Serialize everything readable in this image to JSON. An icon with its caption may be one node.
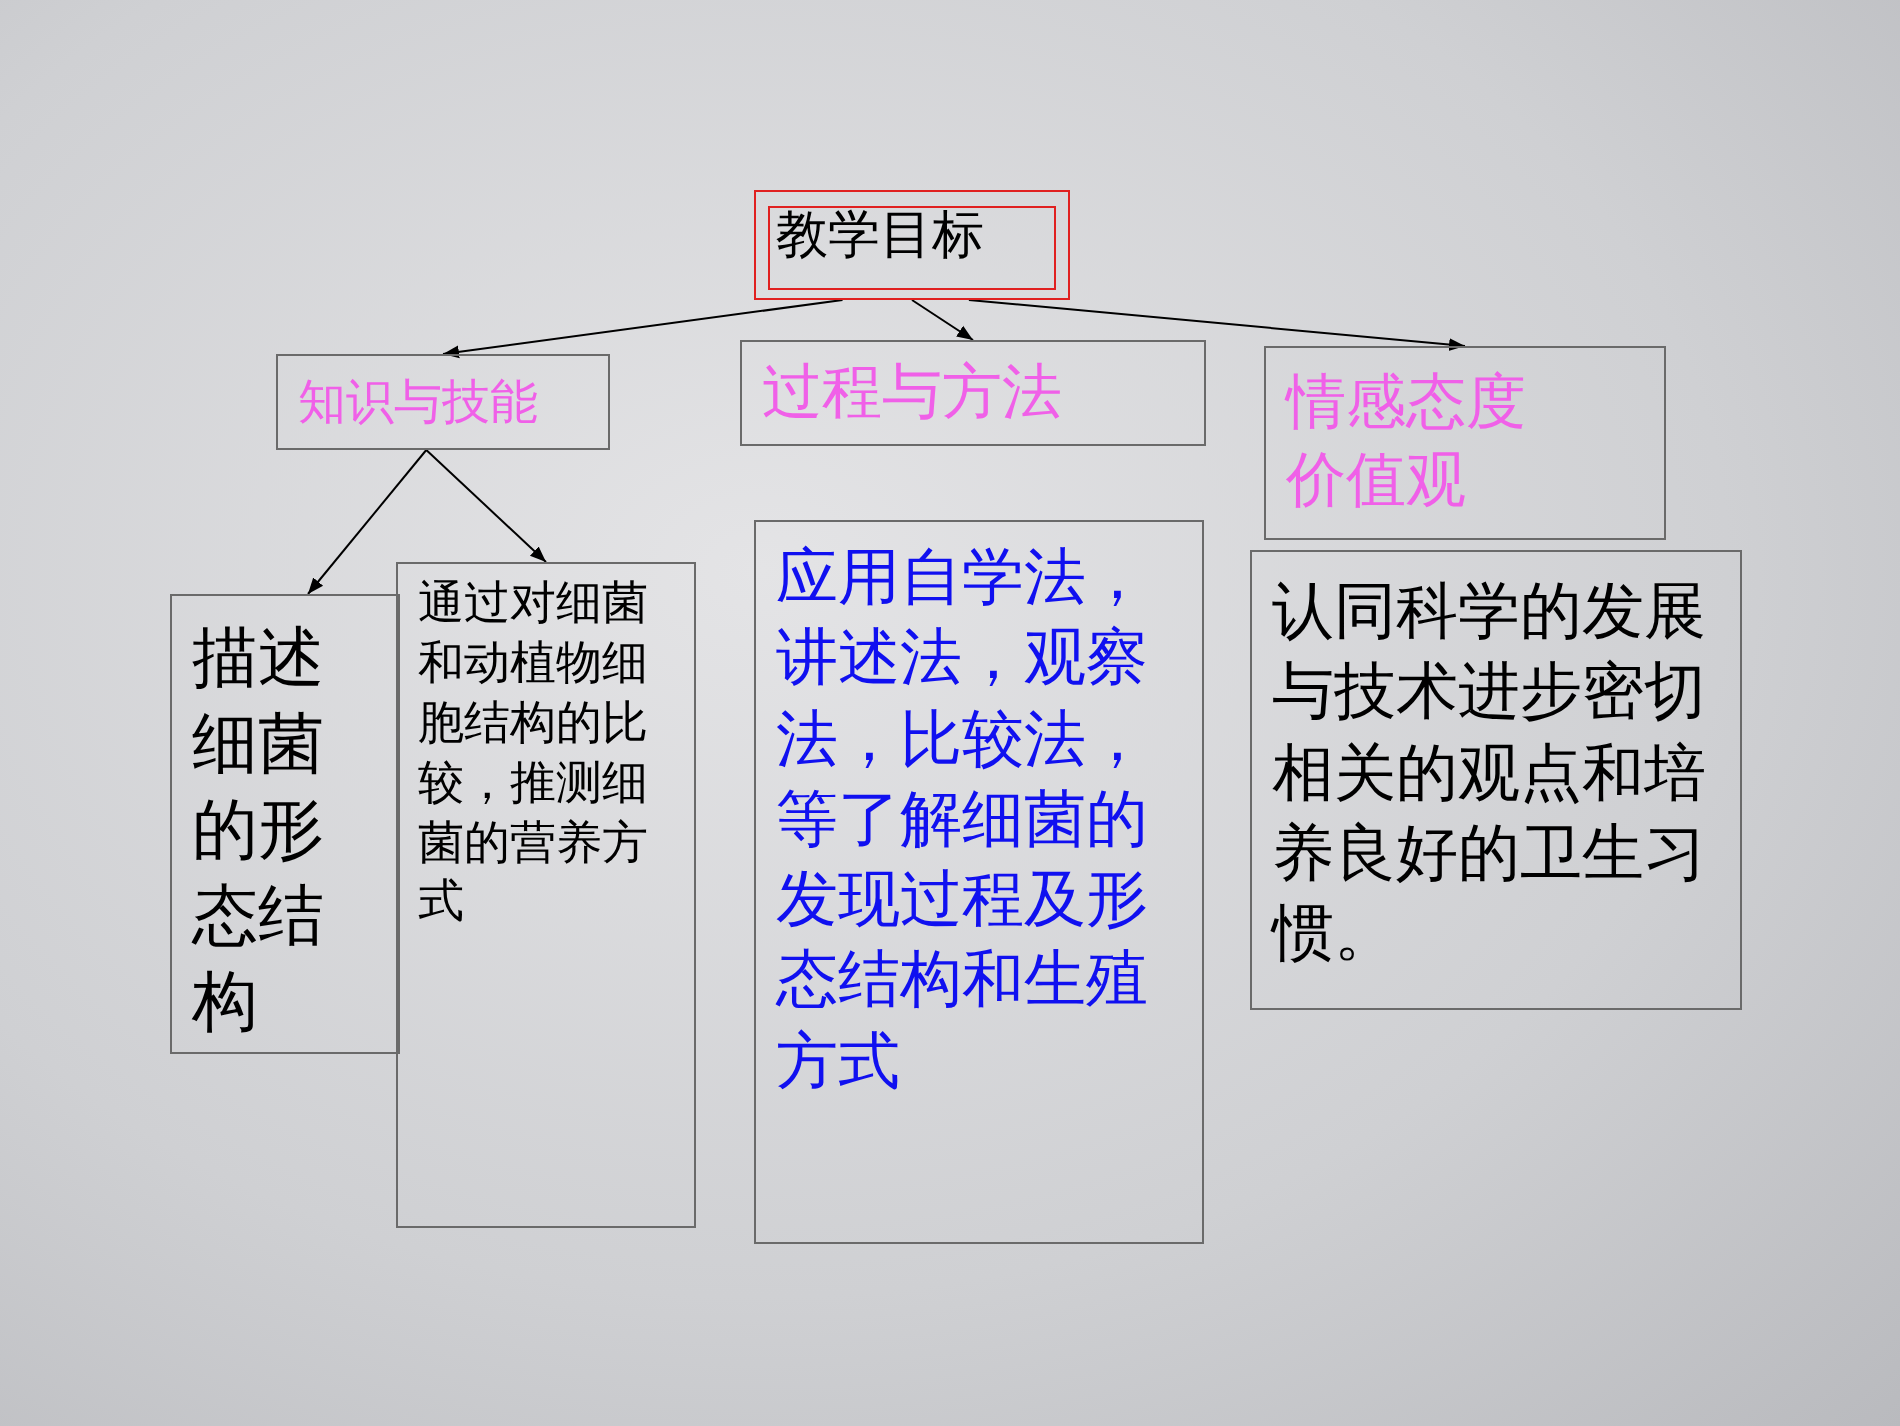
{
  "diagram": {
    "nodes": [
      {
        "text": [
          "教学目标"
        ]
      },
      {
        "text": [
          "知识与技能"
        ]
      },
      {
        "text": [
          "过程与方法"
        ]
      },
      {
        "text": [
          "情感态度价值观"
        ]
      },
      {
        "text": [
          "描述细菌的形态结构"
        ]
      },
      {
        "text": [
          "通过对细菌和动植物细胞结构的比较，推测细菌的营养方式"
        ]
      },
      {
        "text": [
          "应用自学法，讲述法，观察法，比较法，等了解细菌的发现过程及形态结构和生殖方式"
        ]
      },
      {
        "text": [
          "认同科学的发展与技术进步密切相关的观点和培养良好的卫生习惯。"
        ]
      }
    ],
    "edges": [
      {
        "from": 0,
        "to": 1,
        "arrow": "to"
      },
      {
        "from": 0,
        "to": 2,
        "arrow": "to"
      },
      {
        "from": 0,
        "to": 3,
        "arrow": "to"
      },
      {
        "from": 1,
        "to": 4,
        "arrow": "to"
      },
      {
        "from": 1,
        "to": 5,
        "arrow": "to"
      }
    ]
  }
}
